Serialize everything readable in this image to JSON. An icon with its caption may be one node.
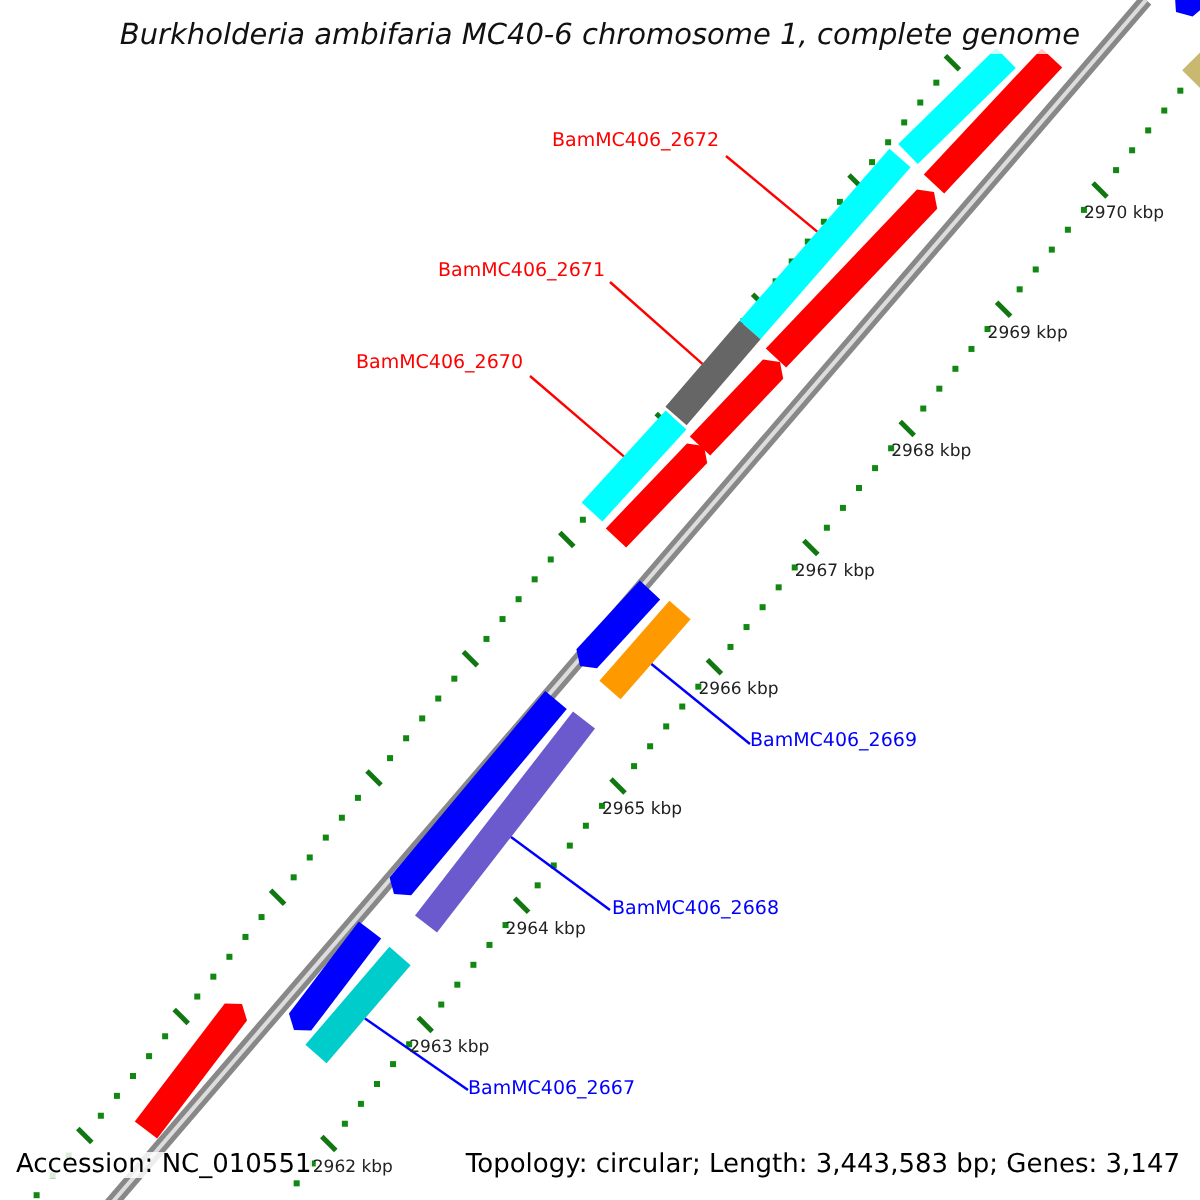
{
  "diagram": {
    "title": "Burkholderia ambifaria MC40-6 chromosome 1, complete genome",
    "nodes": [
      {
        "text": [
          "BamMC406_2672"
        ]
      },
      {
        "text": [
          "BamMC406_2671"
        ]
      },
      {
        "text": [
          "BamMC406_2670"
        ]
      },
      {
        "text": [
          "BamMC406_2669"
        ]
      },
      {
        "text": [
          "BamMC406_2668"
        ]
      },
      {
        "text": [
          "BamMC406_2667"
        ]
      },
      {
        "text": [],
        "shape": "bar"
      },
      {
        "text": [],
        "shape": "bar"
      },
      {
        "text": [],
        "shape": "bar"
      },
      {
        "text": [],
        "shape": "bar"
      },
      {
        "text": [],
        "shape": "bar"
      },
      {
        "text": [],
        "shape": "bar"
      },
      {
        "text": [],
        "shape": "bar"
      },
      {
        "text": [],
        "shape": "bar"
      },
      {
        "text": [],
        "shape": "bar"
      },
      {
        "text": [],
        "shape": "bar"
      },
      {
        "text": [],
        "shape": "bar"
      },
      {
        "text": [],
        "shape": "bar"
      },
      {
        "text": [],
        "shape": "bar"
      },
      {
        "text": [],
        "shape": "bar"
      },
      {
        "text": [],
        "shape": "bar"
      },
      {
        "text": [],
        "shape": "bar"
      },
      {
        "text": [],
        "shape": "bar"
      }
    ],
    "edges": [
      {
        "from": 0,
        "to": 10,
        "arrow": "none",
        "color": "#ff0000"
      },
      {
        "from": 1,
        "to": 12,
        "arrow": "none",
        "color": "#ff0000"
      },
      {
        "from": 2,
        "to": 14,
        "arrow": "none",
        "color": "#ff0000"
      },
      {
        "from": 3,
        "to": 17,
        "arrow": "none",
        "color": "#0000ff"
      },
      {
        "from": 4,
        "to": 19,
        "arrow": "none",
        "color": "#0000ff"
      },
      {
        "from": 5,
        "to": 21,
        "arrow": "none",
        "color": "#0000ff"
      }
    ],
    "labels": [
      "2970 kbp",
      "2969 kbp",
      "2968 kbp",
      "2967 kbp",
      "2966 kbp",
      "2965 kbp",
      "2964 kbp",
      "2963 kbp",
      "2962 kbp",
      "Accession: NC_010551",
      "Topology: circular; Length: 3,443,583 bp; Genes: 3,147"
    ]
  }
}
